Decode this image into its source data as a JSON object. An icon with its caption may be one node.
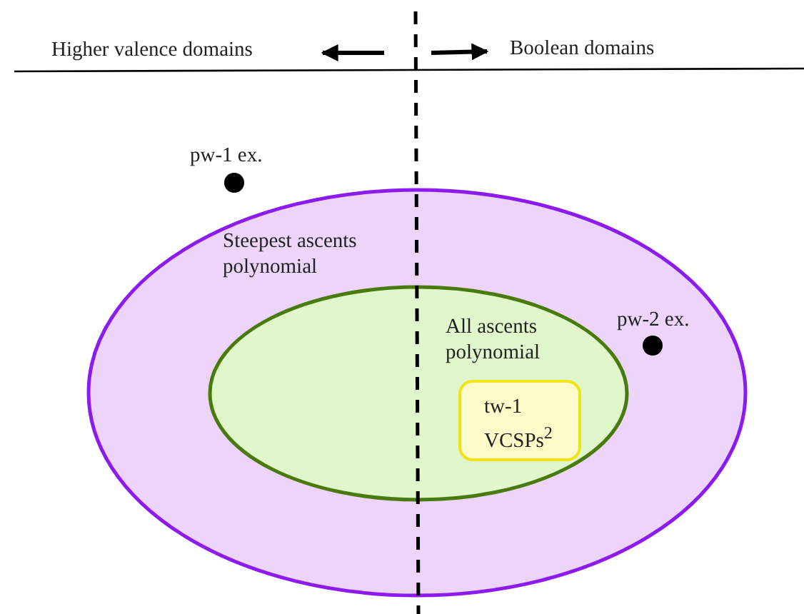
{
  "diagram": {
    "nodes": [
      {
        "text": [
          "Steepest ascents polynomial"
        ]
      },
      {
        "text": [
          "All ascents polynomial"
        ],
        "in": 0
      },
      {
        "text": [
          "tw-1 VCSPs$^{2}$"
        ],
        "in": 1
      },
      {
        "text": [],
        "shape": "circle",
        "beside": [
          "pw-1 ex."
        ]
      },
      {
        "text": [],
        "shape": "circle",
        "beside": [
          "pw-2 ex."
        ],
        "in": 0
      }
    ],
    "edges": [],
    "labels": [
      "Higher valence domains",
      "Boolean domains"
    ]
  }
}
